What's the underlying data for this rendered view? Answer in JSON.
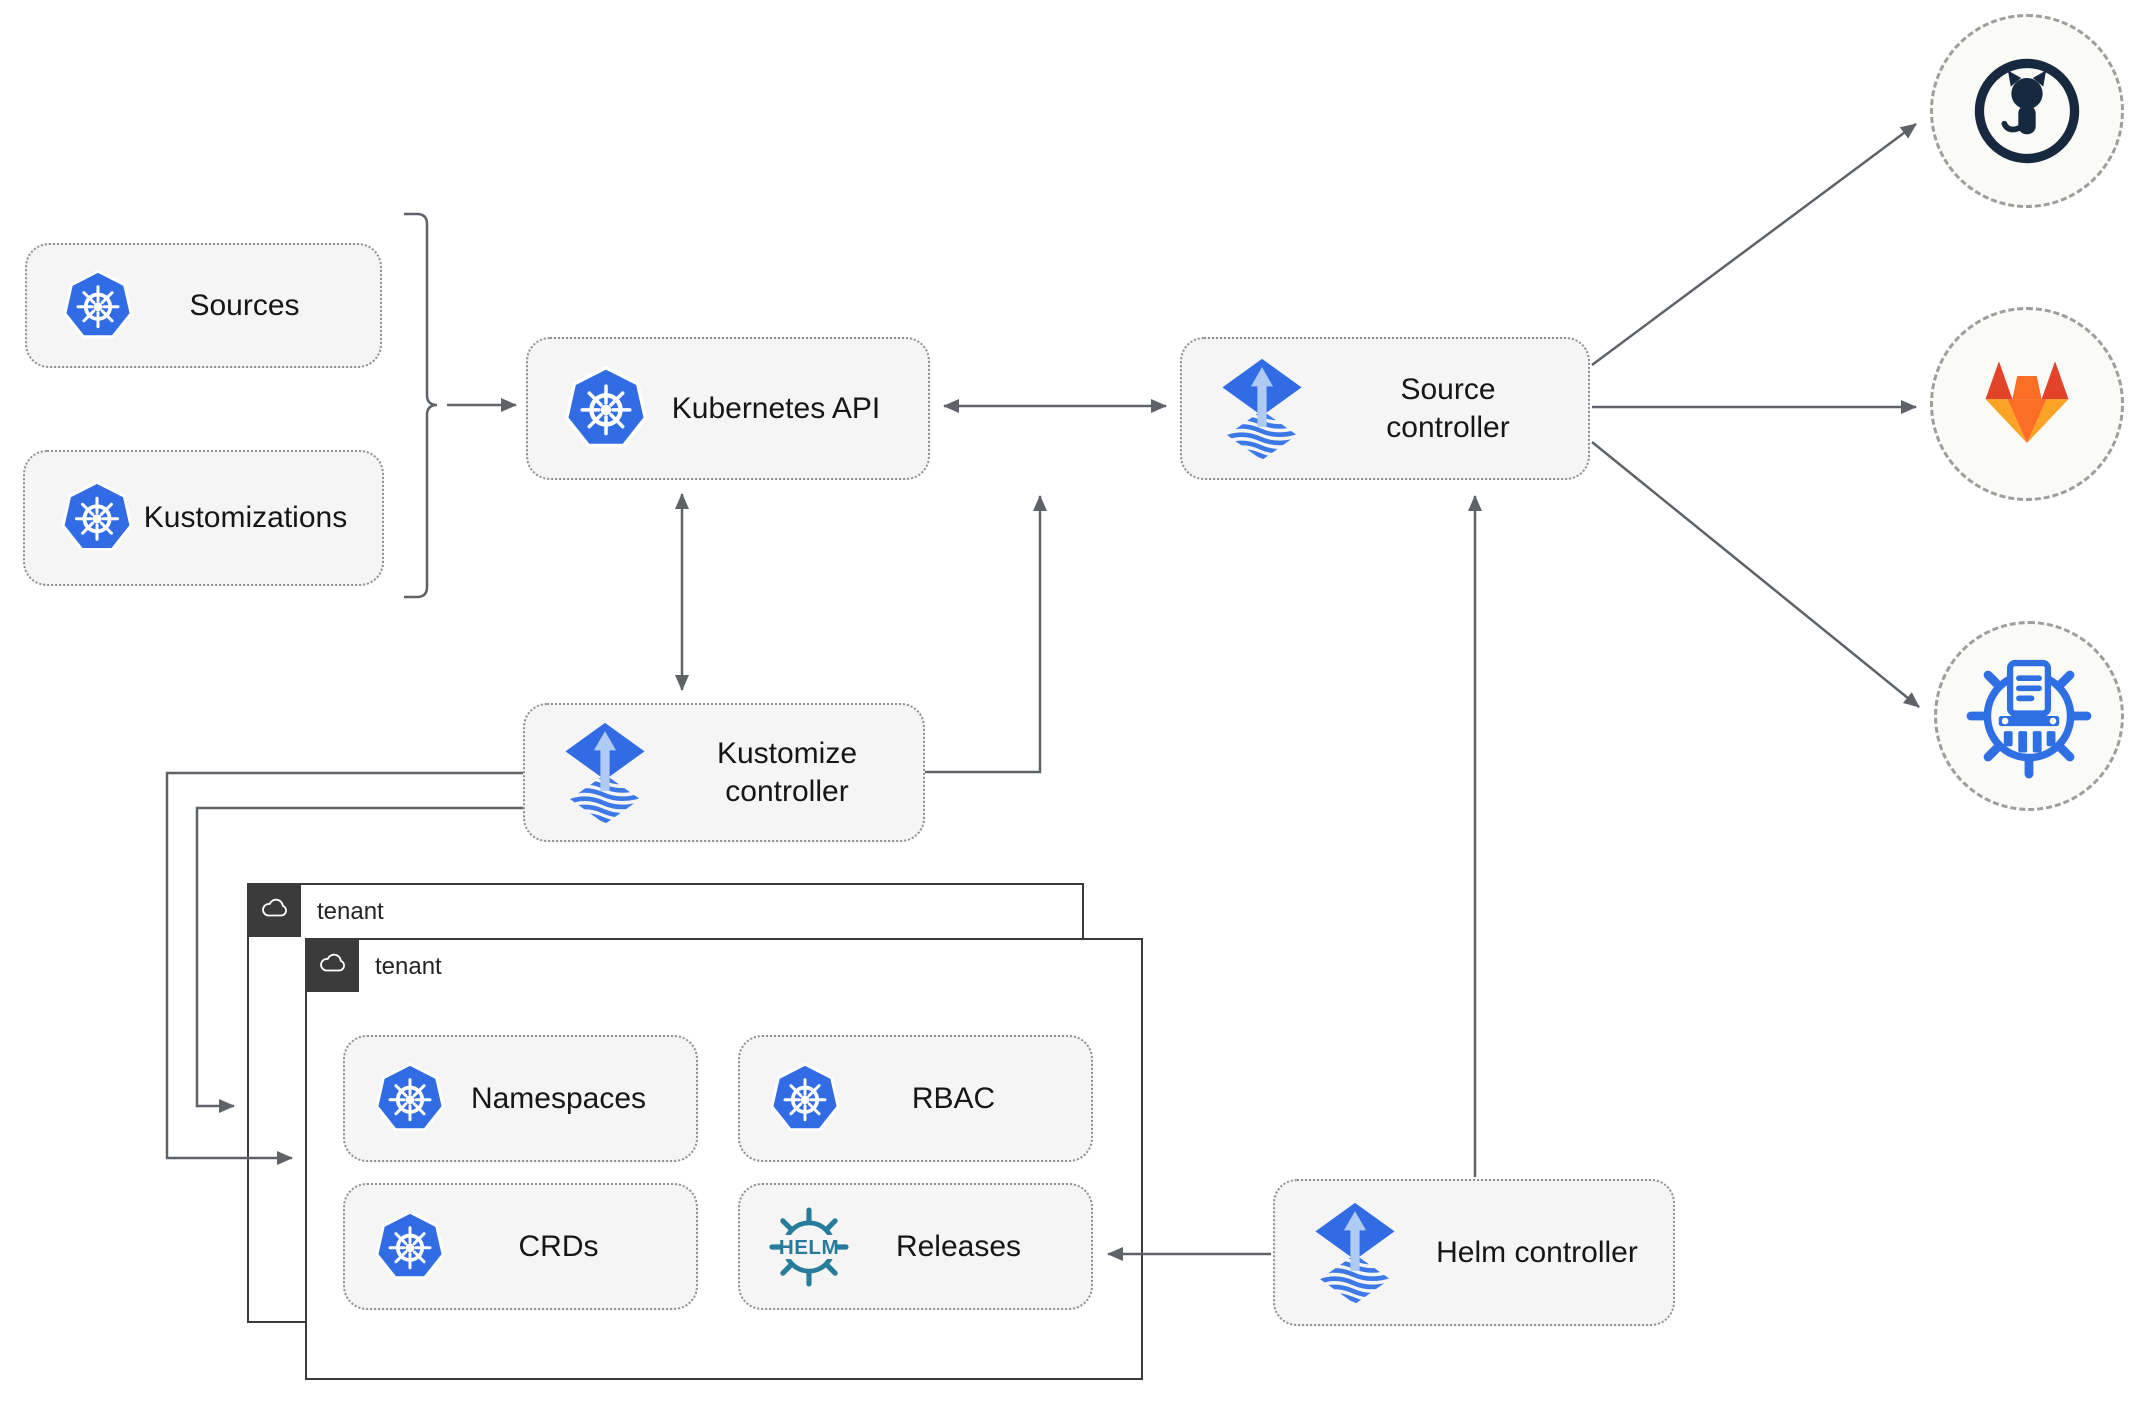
{
  "nodes": {
    "sources": {
      "label": "Sources",
      "icon": "kubernetes-icon"
    },
    "kustomizations": {
      "label": "Kustomizations",
      "icon": "kubernetes-icon"
    },
    "kubernetes_api": {
      "label": "Kubernetes API",
      "icon": "kubernetes-icon"
    },
    "source_controller": {
      "label": "Source controller",
      "icon": "flux-icon"
    },
    "kustomize_controller": {
      "label": "Kustomize controller",
      "icon": "flux-icon"
    },
    "helm_controller": {
      "label": "Helm controller",
      "icon": "flux-icon"
    },
    "namespaces": {
      "label": "Namespaces",
      "icon": "kubernetes-icon"
    },
    "rbac": {
      "label": "RBAC",
      "icon": "kubernetes-icon"
    },
    "crds": {
      "label": "CRDs",
      "icon": "kubernetes-icon"
    },
    "releases": {
      "label": "Releases",
      "icon": "helm-icon"
    }
  },
  "groups": {
    "tenant_back": {
      "label": "tenant",
      "icon": "cloud-icon"
    },
    "tenant_front": {
      "label": "tenant",
      "icon": "cloud-icon"
    }
  },
  "endpoints": {
    "github": {
      "icon": "github-icon"
    },
    "gitlab": {
      "icon": "gitlab-icon"
    },
    "chart_repository": {
      "icon": "chartmuseum-icon"
    }
  },
  "logos": {
    "helm_text": "HELM"
  },
  "edges": [
    {
      "from": "sources_and_kustomizations",
      "to": "kubernetes_api",
      "style": "arrow"
    },
    {
      "from": "kubernetes_api",
      "to": "source_controller",
      "style": "double-arrow"
    },
    {
      "from": "kubernetes_api",
      "to": "kustomize_controller",
      "style": "double-arrow"
    },
    {
      "from": "kustomize_controller",
      "to": "source_controller",
      "style": "arrow"
    },
    {
      "from": "kustomize_controller",
      "to": "tenant_back",
      "style": "arrow"
    },
    {
      "from": "kustomize_controller",
      "to": "tenant_front",
      "style": "arrow"
    },
    {
      "from": "helm_controller",
      "to": "source_controller",
      "style": "arrow"
    },
    {
      "from": "helm_controller",
      "to": "releases",
      "style": "arrow"
    },
    {
      "from": "source_controller",
      "to": "github",
      "style": "arrow"
    },
    {
      "from": "source_controller",
      "to": "gitlab",
      "style": "arrow"
    },
    {
      "from": "source_controller",
      "to": "chart_repository",
      "style": "arrow"
    }
  ],
  "colors": {
    "kubernetes_blue": "#326CE5",
    "flux_blue": "#316CE4",
    "flux_arrow_light": "#AFCBF3",
    "helm_teal": "#277C9C",
    "github_dark": "#16293E",
    "gitlab_orange": "#FC6D26",
    "gitlab_dark_orange": "#E24329",
    "gitlab_light_orange": "#FCA326",
    "chartmuseum_blue": "#2F6FE4",
    "connector_gray": "#5F6368",
    "node_background": "#F5F5F5",
    "tenant_badge": "#3B3B3B"
  }
}
